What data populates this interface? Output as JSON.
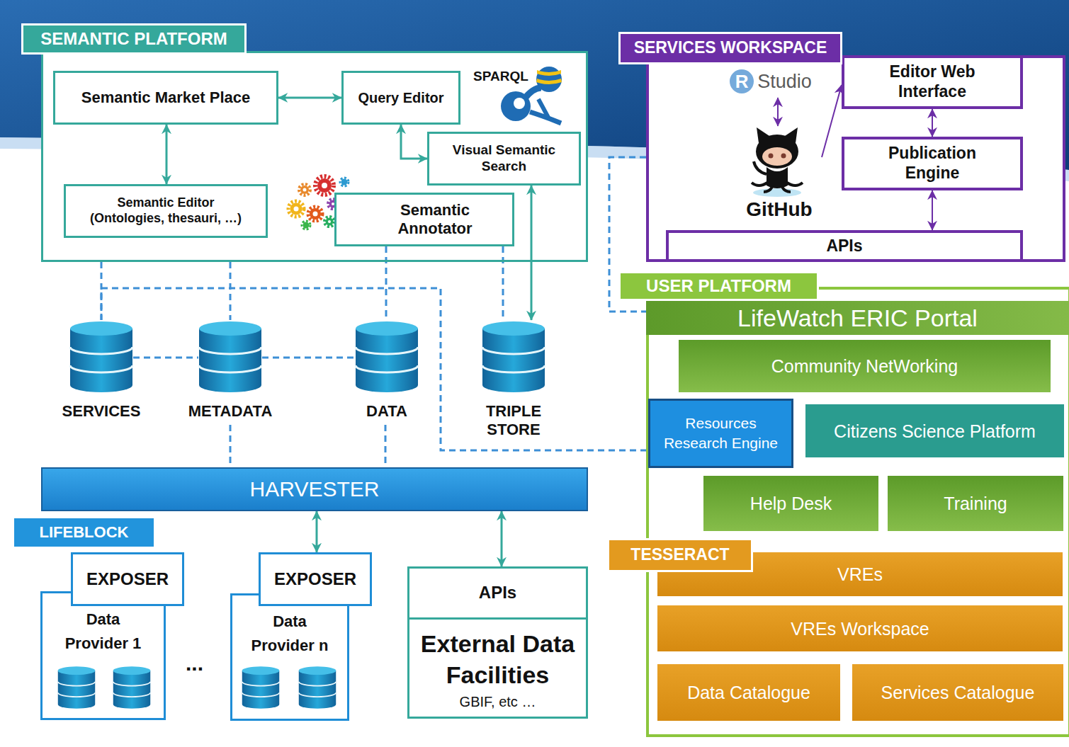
{
  "diagram": {
    "nodes": [
      {
        "text": [
          "SEMANTIC PLATFORM"
        ]
      },
      {
        "text": [
          "Semantic Market Place"
        ],
        "in": 0
      },
      {
        "text": [
          "Query Editor"
        ],
        "in": 0
      },
      {
        "text": [
          "Visual Semantic Search"
        ],
        "in": 0
      },
      {
        "text": [
          "Semantic Editor (Ontologies, thesauri, …)"
        ],
        "in": 0
      },
      {
        "text": [
          "Semantic Annotator"
        ],
        "in": 0
      },
      {
        "text": [
          "SERVICES WORKSPACE"
        ]
      },
      {
        "text": [
          "R",
          "Studio"
        ],
        "in": 6
      },
      {
        "text": [
          "GitHub"
        ],
        "in": 6
      },
      {
        "text": [
          "Editor Web Interface"
        ],
        "in": 6
      },
      {
        "text": [
          "Publication Engine"
        ],
        "in": 6
      },
      {
        "text": [
          "APIs"
        ],
        "in": 6
      },
      {
        "text": [
          "SERVICES"
        ]
      },
      {
        "text": [
          "METADATA"
        ]
      },
      {
        "text": [
          "DATA"
        ]
      },
      {
        "text": [
          "TRIPLE STORE"
        ]
      },
      {
        "text": [
          "HARVESTER"
        ]
      },
      {
        "text": [
          "LIFEBLOCK"
        ]
      },
      {
        "text": [
          "Data Provider 1"
        ]
      },
      {
        "text": [
          "EXPOSER"
        ],
        "in": 18
      },
      {
        "text": [
          "Data Provider n"
        ]
      },
      {
        "text": [
          "EXPOSER"
        ],
        "in": 20
      },
      {
        "text": [
          "External Data Facilities",
          "GBIF, etc …"
        ]
      },
      {
        "text": [
          "APIs"
        ],
        "in": 22
      },
      {
        "text": [
          "USER PLATFORM"
        ]
      },
      {
        "text": [
          "LifeWatch ERIC Portal"
        ],
        "in": 24
      },
      {
        "text": [
          "Community NetWorking"
        ],
        "in": 24
      },
      {
        "text": [
          "Resources Research Engine"
        ],
        "in": 24
      },
      {
        "text": [
          "Citizens Science Platform"
        ],
        "in": 24
      },
      {
        "text": [
          "Help Desk"
        ],
        "in": 24
      },
      {
        "text": [
          "Training"
        ],
        "in": 24
      },
      {
        "text": [
          "TESSERACT"
        ],
        "in": 24
      },
      {
        "text": [
          "VREs"
        ],
        "in": 24
      },
      {
        "text": [
          "VREs Workspace"
        ],
        "in": 24
      },
      {
        "text": [
          "Data Catalogue"
        ],
        "in": 24
      },
      {
        "text": [
          "Services Catalogue"
        ],
        "in": 24
      }
    ],
    "edges": [
      {
        "from": 1,
        "to": 2,
        "arrow": "both"
      },
      {
        "from": 1,
        "to": 4,
        "arrow": "both"
      },
      {
        "from": 2,
        "to": 3,
        "arrow": "both"
      },
      {
        "from": 3,
        "to": 15,
        "arrow": "both"
      },
      {
        "from": 7,
        "to": 8,
        "arrow": "both"
      },
      {
        "from": 8,
        "to": 9,
        "arrow": "to"
      },
      {
        "from": 9,
        "to": 10,
        "arrow": "both"
      },
      {
        "from": 10,
        "to": 11,
        "arrow": "both"
      },
      {
        "from": 16,
        "to": 21,
        "arrow": "both"
      },
      {
        "from": 16,
        "to": 23,
        "arrow": "both"
      },
      {
        "from": 0,
        "to": 12,
        "arrow": "none"
      },
      {
        "from": 0,
        "to": 13,
        "arrow": "none"
      },
      {
        "from": 12,
        "to": 27,
        "arrow": "none"
      },
      {
        "from": 5,
        "to": 14,
        "arrow": "none"
      },
      {
        "from": 5,
        "to": 15,
        "arrow": "none"
      },
      {
        "from": 12,
        "to": 13,
        "arrow": "none"
      },
      {
        "from": 13,
        "to": 14,
        "arrow": "none"
      },
      {
        "from": 13,
        "to": 16,
        "arrow": "none"
      },
      {
        "from": 14,
        "to": 16,
        "arrow": "none"
      },
      {
        "from": 6,
        "to": 24,
        "arrow": "none"
      }
    ],
    "labels": [
      "SPARQL",
      "..."
    ]
  }
}
